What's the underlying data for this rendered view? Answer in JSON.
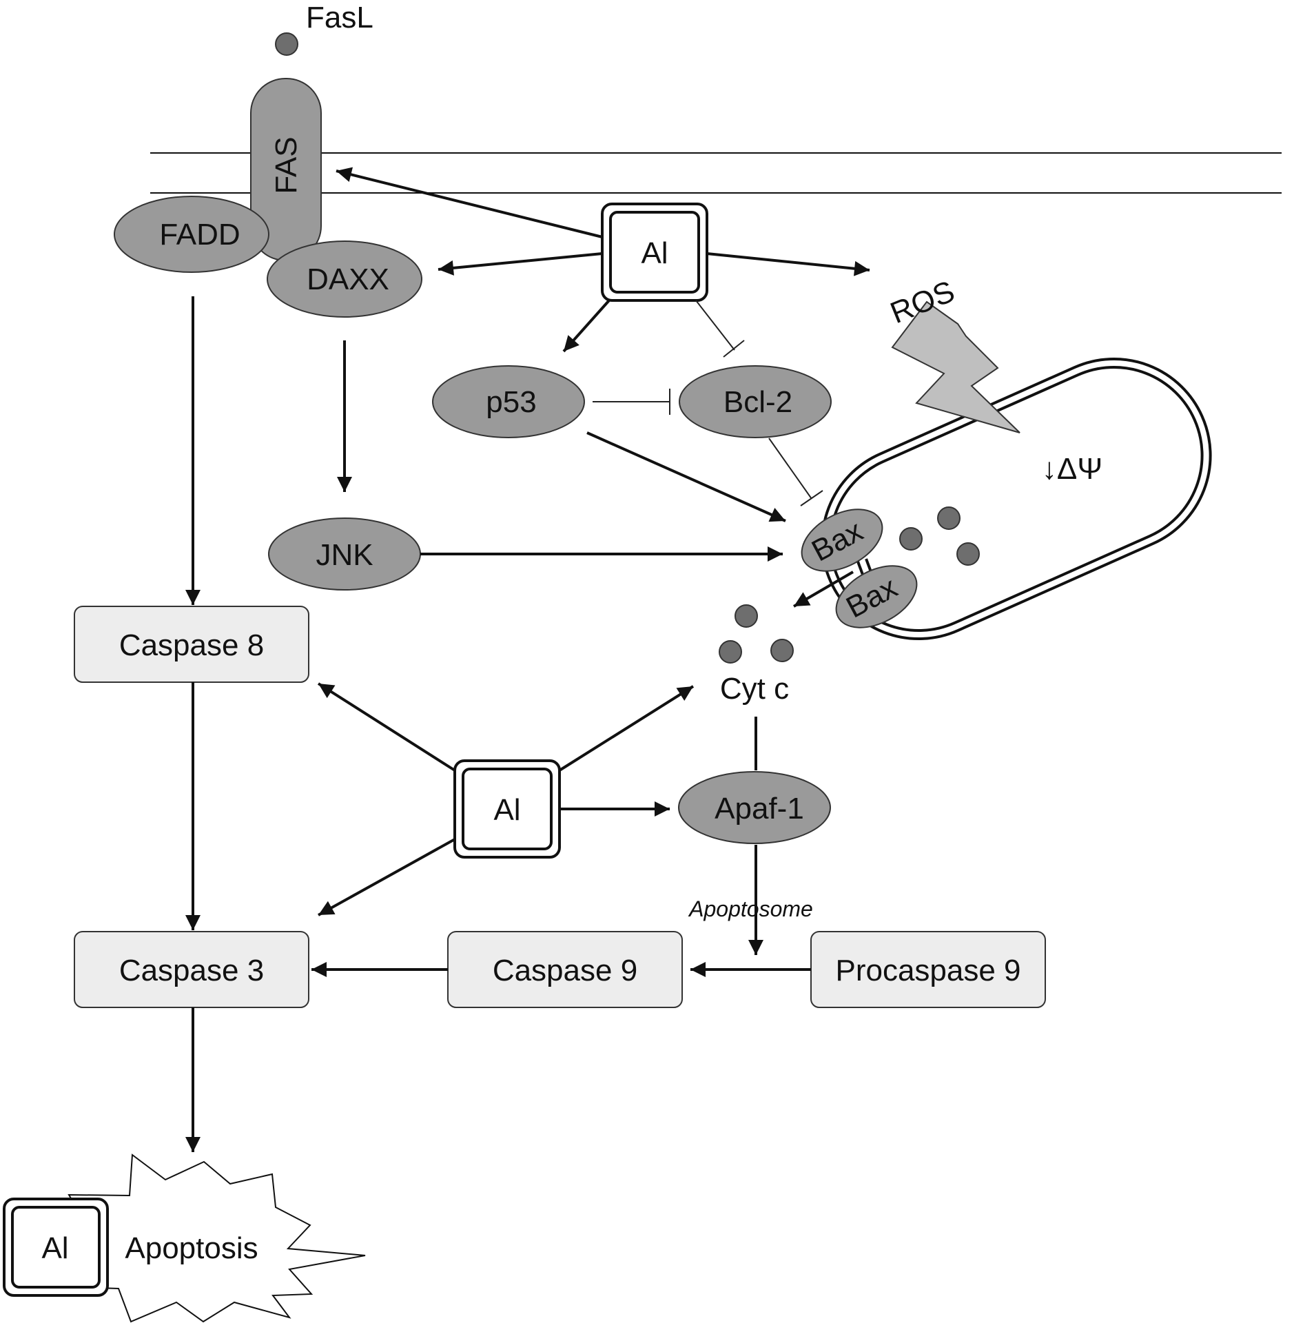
{
  "nodes": {
    "fasl": "FasL",
    "fas": "FAS",
    "fadd": "FADD",
    "daxx": "DAXX",
    "jnk": "JNK",
    "p53": "p53",
    "bcl2": "Bcl-2",
    "ros": "ROS",
    "delta_psi": "↓ΔΨ",
    "bax_top": "Bax",
    "bax_bottom": "Bax",
    "cyt_c": "Cyt c",
    "apaf1": "Apaf-1",
    "apoptosome": "Apoptosome",
    "caspase8": "Caspase 8",
    "caspase3": "Caspase 3",
    "caspase9": "Caspase 9",
    "procaspase9": "Procaspase 9",
    "apoptosis": "Apoptosis"
  },
  "al_boxes": {
    "top": "Al",
    "middle": "Al",
    "bottom": "Al"
  },
  "colors": {
    "node_fill": "#9a9a9a",
    "box_fill": "#ededed",
    "line": "#111111"
  }
}
